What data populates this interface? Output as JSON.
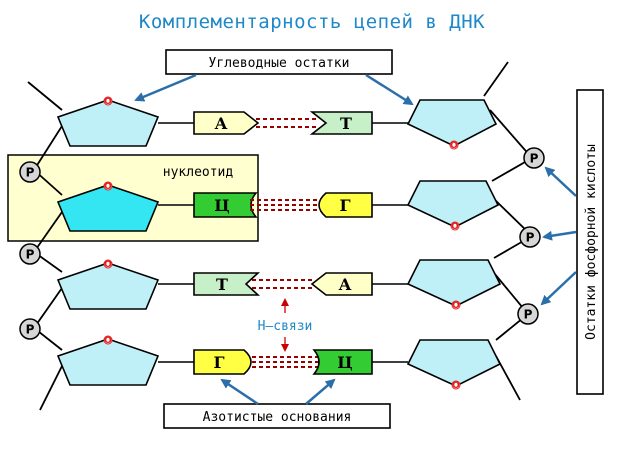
{
  "title": "Комплементарность цепей в ДНК",
  "labels": {
    "carbohydrate_residues": "Углеводные остатки",
    "nucleotide": "нуклеотид",
    "phosphate_residues": "Остатки фосфорной кислоты",
    "hydrogen_bonds": "Н–связи",
    "nitrogenous_bases": "Азотистые основания",
    "oxygen_symbol": "O",
    "phosphate_symbol": "P"
  },
  "base_pairs": [
    {
      "left": "А",
      "right": "Т",
      "left_color": "#FFFFC8",
      "right_color": "#C8F0C8"
    },
    {
      "left": "Ц",
      "right": "Г",
      "left_color": "#33CC33",
      "right_color": "#FFFF44"
    },
    {
      "left": "Т",
      "right": "А",
      "left_color": "#C8F0C8",
      "right_color": "#FFFFC8"
    },
    {
      "left": "Г",
      "right": "Ц",
      "left_color": "#FFFF44",
      "right_color": "#33CC33"
    }
  ],
  "colors": {
    "title": "#1E88C8",
    "arrow": "#2A6EAA",
    "sugar": "#BFF0F8",
    "sugar_highlight": "#33E6F2",
    "nucleotide_box": "#FFFFD0",
    "bond": "#990000",
    "oxygen": "#E21B1B",
    "phosphate": "#D6D6D6",
    "hbond_label": "#1E88C8",
    "hbond_arrow": "#CC0000"
  }
}
